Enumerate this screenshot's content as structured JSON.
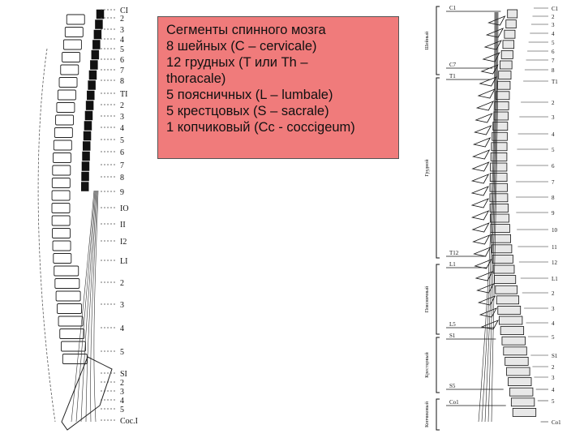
{
  "info_box": {
    "lines": [
      "Сегменты спинного мозга",
      "8 шейных (C – cervicale)",
      "12 грудных (T или Th –",
      "thoracale)",
      "5 поясничных (L – lumbale)",
      "5 крестцовых (S – sacrale)",
      "1 копчиковый (Cc - coccigeum)"
    ],
    "background": "#f07b7b"
  },
  "left_diagram": {
    "labels": [
      "CI",
      "2",
      "3",
      "4",
      "5",
      "6",
      "7",
      "8",
      "TI",
      "2",
      "3",
      "4",
      "5",
      "6",
      "7",
      "8",
      "9",
      "IO",
      "II",
      "I2",
      "LI",
      "2",
      "3",
      "4",
      "5",
      "SI",
      "2",
      "3",
      "4",
      "5",
      "Coc.I"
    ]
  },
  "right_diagram": {
    "region_labels": [
      "Шейный",
      "Грудной",
      "Поясничный",
      "Крестцовый",
      "Копчиковый"
    ],
    "segment_labels": [
      "C1",
      "2",
      "3",
      "4",
      "5",
      "6",
      "7",
      "8",
      "T1",
      "2",
      "3",
      "4",
      "5",
      "6",
      "7",
      "8",
      "9",
      "10",
      "11",
      "12",
      "L1",
      "2",
      "3",
      "4",
      "5",
      "S1",
      "2",
      "3",
      "4",
      "5",
      "Co1"
    ],
    "inner_labels": [
      "C1",
      "C7",
      "T1",
      "T12",
      "L1",
      "L5",
      "S1",
      "S5",
      "Co1"
    ]
  }
}
